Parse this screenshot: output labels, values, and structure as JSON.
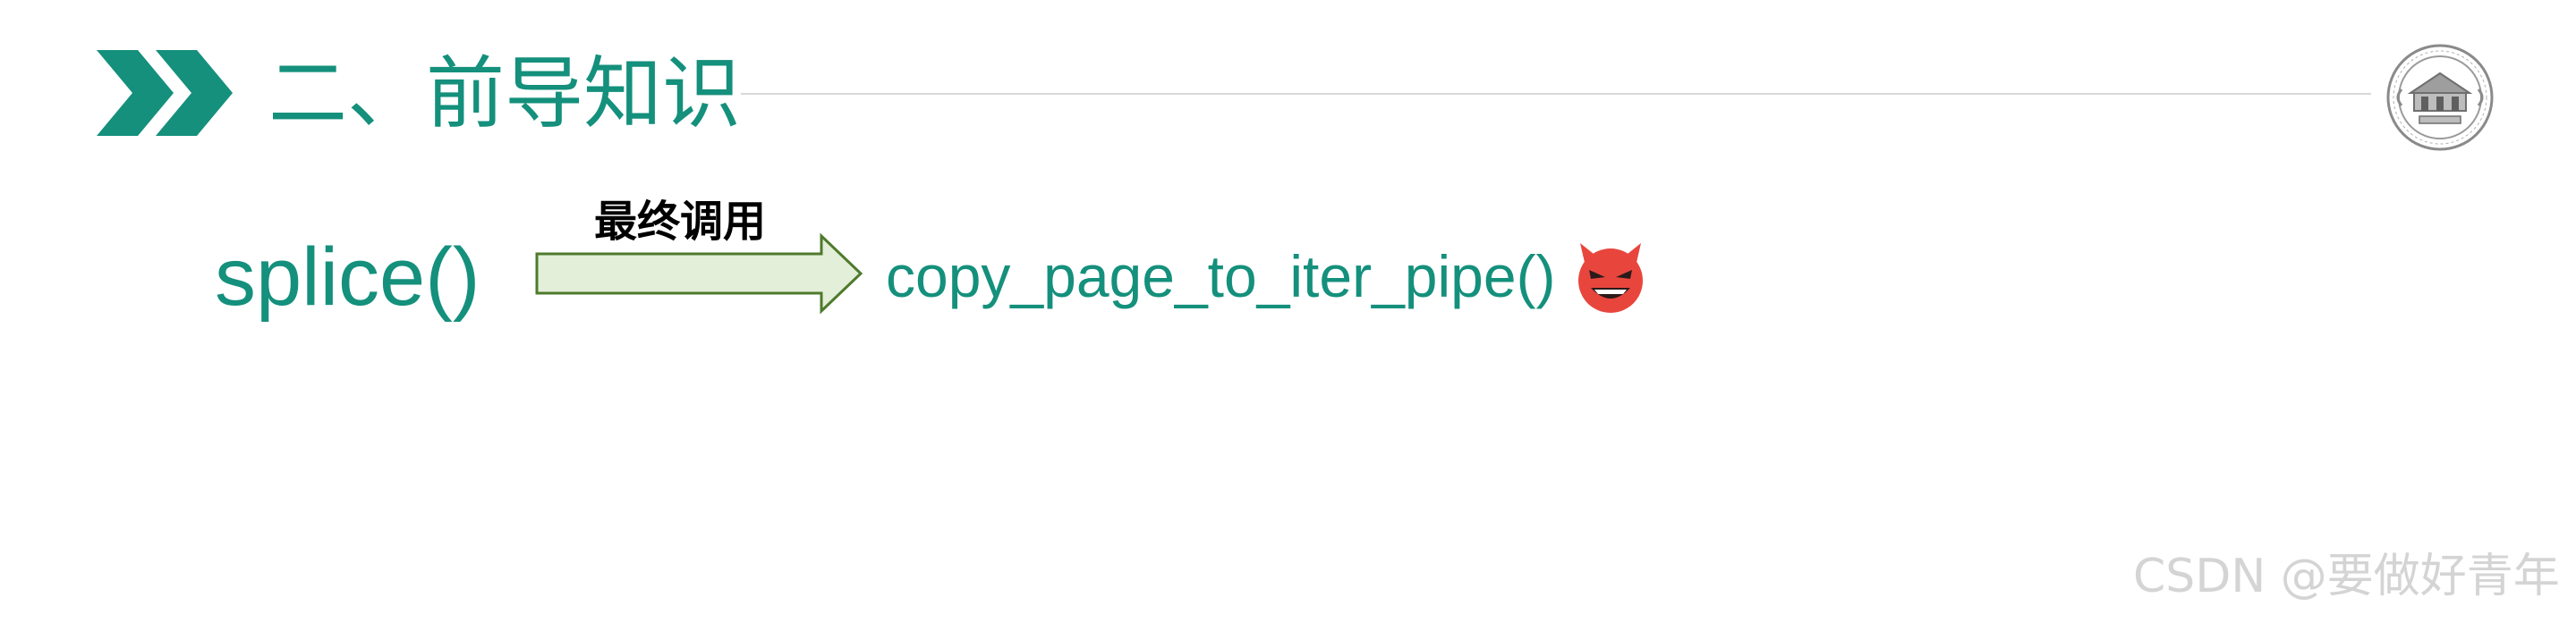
{
  "header": {
    "title": "二、前导知识",
    "chevron_icon": "double-chevron-right-icon",
    "logo_icon": "university-seal-logo",
    "accent_color": "#14907c"
  },
  "content": {
    "source_function": "splice()",
    "arrow_label": "最终调用",
    "target_function": "copy_page_to_iter_pipe()",
    "emoji_icon": "smiling-devil-icon"
  },
  "watermark": {
    "text": "CSDN @要做好青年"
  }
}
